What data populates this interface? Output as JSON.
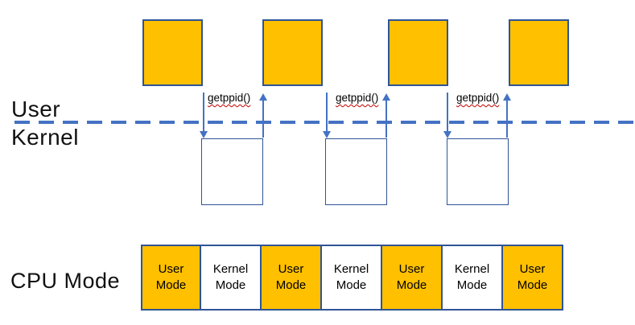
{
  "labels": {
    "user": "User",
    "kernel": "Kernel",
    "cpu_mode": "CPU Mode"
  },
  "syscalls": [
    {
      "label": "getppid()"
    },
    {
      "label": "getppid()"
    },
    {
      "label": "getppid()"
    }
  ],
  "cpu_row": {
    "cells": [
      {
        "label": "User Mode",
        "mode": "user"
      },
      {
        "label": "Kernel Mode",
        "mode": "kernel"
      },
      {
        "label": "User Mode",
        "mode": "user"
      },
      {
        "label": "Kernel Mode",
        "mode": "kernel"
      },
      {
        "label": "User Mode",
        "mode": "user"
      },
      {
        "label": "Kernel Mode",
        "mode": "kernel"
      },
      {
        "label": "User Mode",
        "mode": "user"
      }
    ]
  },
  "colors": {
    "process_fill": "#FFC000",
    "box_border": "#2F5496",
    "arrow": "#4472C4",
    "dashed_boundary": "#4472C4",
    "text": "#000000",
    "spellcheck_underline": "#C00000"
  }
}
